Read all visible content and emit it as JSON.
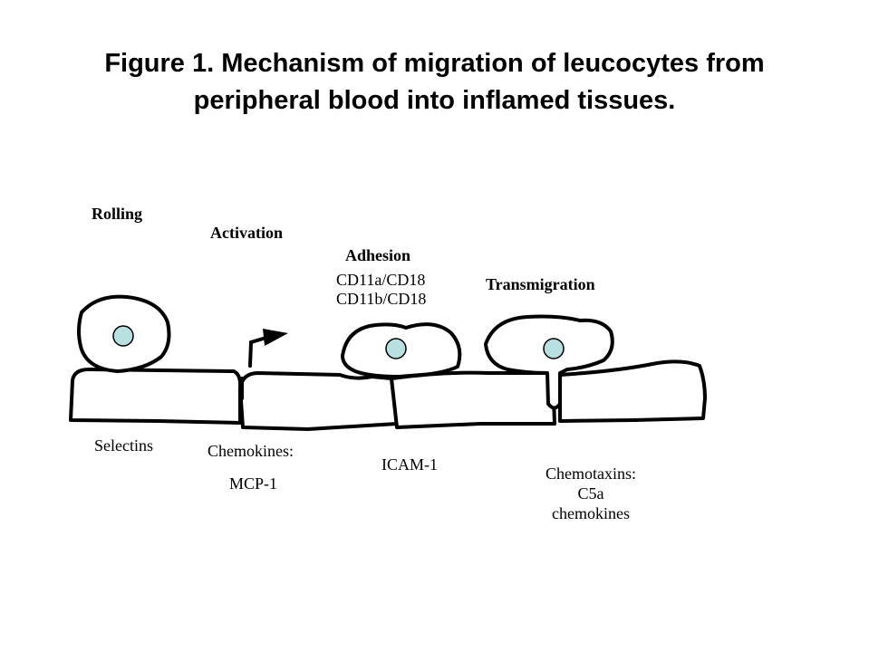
{
  "title": {
    "line1": "Figure 1. Mechanism of migration of leucocytes from",
    "line2": "peripheral blood into inflamed tissues."
  },
  "stages": {
    "rolling": "Rolling",
    "activation": "Activation",
    "adhesion": "Adhesion",
    "transmigration": "Transmigration"
  },
  "molecules": {
    "adhesion_line1": "CD11a/CD18",
    "adhesion_line2": "CD11b/CD18",
    "selectins": "Selectins",
    "chemokines": "Chemokines:",
    "mcp1": "MCP-1",
    "icam1": "ICAM-1",
    "chemotaxins_line1": "Chemotaxins:",
    "chemotaxins_line2": "C5a",
    "chemotaxins_line3": "chemokines"
  },
  "colors": {
    "nucleus_fill": "#b8e0e0",
    "stroke": "#000000",
    "background": "#ffffff"
  }
}
